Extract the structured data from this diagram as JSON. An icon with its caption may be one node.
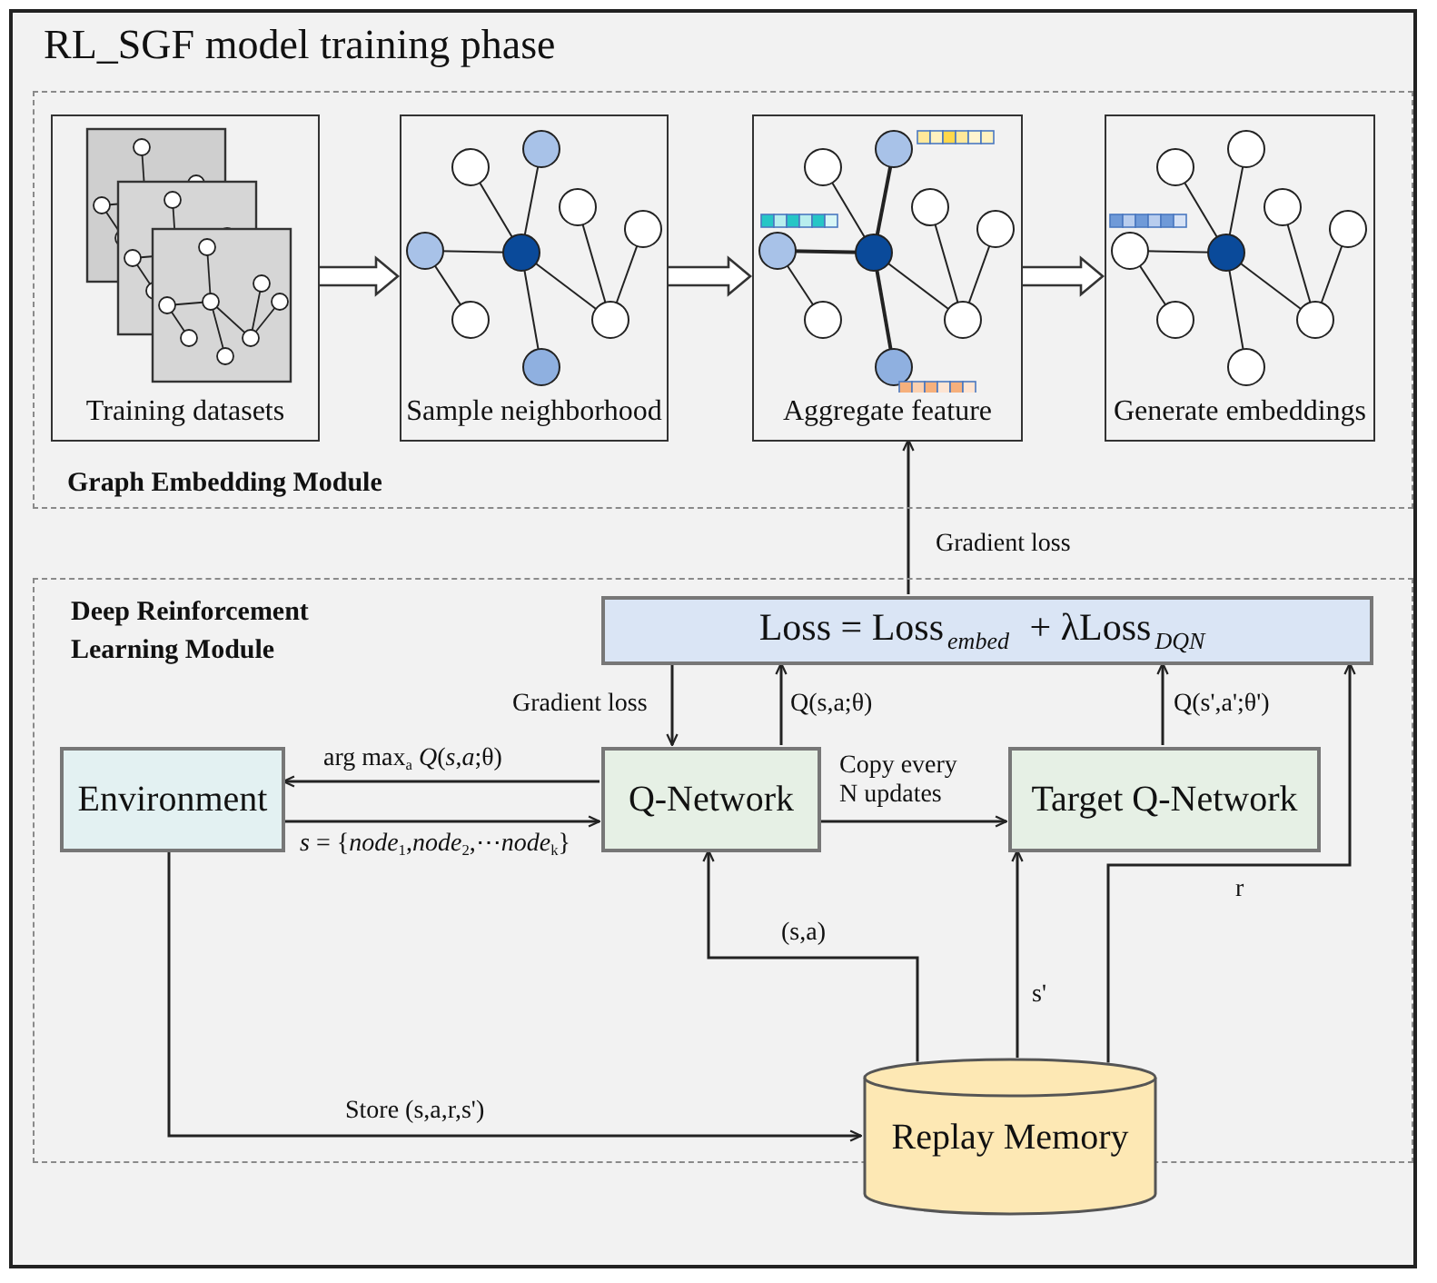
{
  "diagram": {
    "title": "RL_SGF model training phase",
    "nodes": [
      {
        "text": [
          "Graph Embedding Module"
        ]
      },
      {
        "text": [
          "Training datasets"
        ],
        "in": 0
      },
      {
        "text": [
          "Sample neighborhood"
        ],
        "in": 0
      },
      {
        "text": [
          "Aggregate feature"
        ],
        "in": 0
      },
      {
        "text": [
          "Generate embeddings"
        ],
        "in": 0
      },
      {
        "text": [
          "Deep Reinforcement Learning Module"
        ]
      },
      {
        "text": [
          "Loss = Loss$_{embed}$ + λLoss$_{DQN}$"
        ],
        "in": 5
      },
      {
        "text": [
          "Environment"
        ],
        "in": 5
      },
      {
        "text": [
          "Q-Network"
        ],
        "in": 5
      },
      {
        "text": [
          "Target Q-Network"
        ],
        "in": 5
      },
      {
        "text": [
          "Replay Memory"
        ],
        "in": 5
      }
    ],
    "edges": [
      {
        "from": 1,
        "to": 2,
        "arrow": "to",
        "style": "thick"
      },
      {
        "from": 2,
        "to": 3,
        "arrow": "to",
        "style": "thick"
      },
      {
        "from": 3,
        "to": 4,
        "arrow": "to",
        "style": "thick"
      },
      {
        "from": 6,
        "to": 3,
        "arrow": "to",
        "label": "Gradient loss"
      },
      {
        "from": 6,
        "to": 8,
        "arrow": "to",
        "label": "Gradient loss"
      },
      {
        "from": 8,
        "to": 6,
        "arrow": "to",
        "label": "Q(s,a;θ)"
      },
      {
        "from": 8,
        "to": 7,
        "arrow": "to",
        "label": "arg max$_{a}$ *Q*(*s*,*a*;θ)"
      },
      {
        "from": 7,
        "to": 8,
        "arrow": "to",
        "label": "*s* = {*node*$_{1}$,*node*$_{2}$,⋯*node*$_{k}$}"
      },
      {
        "from": 8,
        "to": 9,
        "arrow": "to",
        "label": "Copy every N updates"
      },
      {
        "from": 9,
        "to": 6,
        "arrow": "to",
        "label": "Q(s',a';θ')"
      },
      {
        "from": 10,
        "to": 8,
        "arrow": "to",
        "label": "(s,a)"
      },
      {
        "from": 10,
        "to": 9,
        "arrow": "to",
        "label": "s'"
      },
      {
        "from": 10,
        "to": 6,
        "arrow": "to",
        "label": "r"
      },
      {
        "from": 7,
        "to": 10,
        "arrow": "to",
        "label": "Store (s,a,r,s')"
      }
    ]
  }
}
